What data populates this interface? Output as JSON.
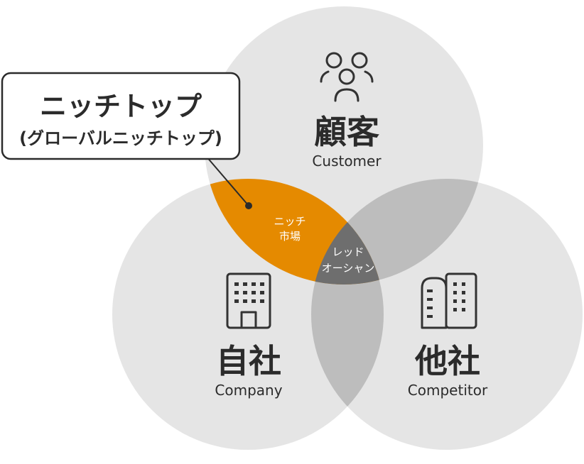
{
  "callout": {
    "title": "ニッチトップ",
    "subtitle": "(グローバルニッチトップ)"
  },
  "circles": {
    "customer": {
      "title": "顧客",
      "subtitle": "Customer",
      "icon": "people-icon"
    },
    "company": {
      "title": "自社",
      "subtitle": "Company",
      "icon": "building-icon"
    },
    "competitor": {
      "title": "他社",
      "subtitle": "Competitor",
      "icon": "buildings-icon"
    }
  },
  "regions": {
    "niche": {
      "line1": "ニッチ",
      "line2": "市場"
    },
    "red_ocean": {
      "line1": "レッド",
      "line2": "オーシャン"
    }
  },
  "colors": {
    "circle_fill": "#dcdcdc",
    "niche_fill": "#e58a00",
    "red_ocean_fill": "#6e6e6e",
    "text_dark": "#2b2b2b",
    "callout_border": "#2b2b2b"
  }
}
